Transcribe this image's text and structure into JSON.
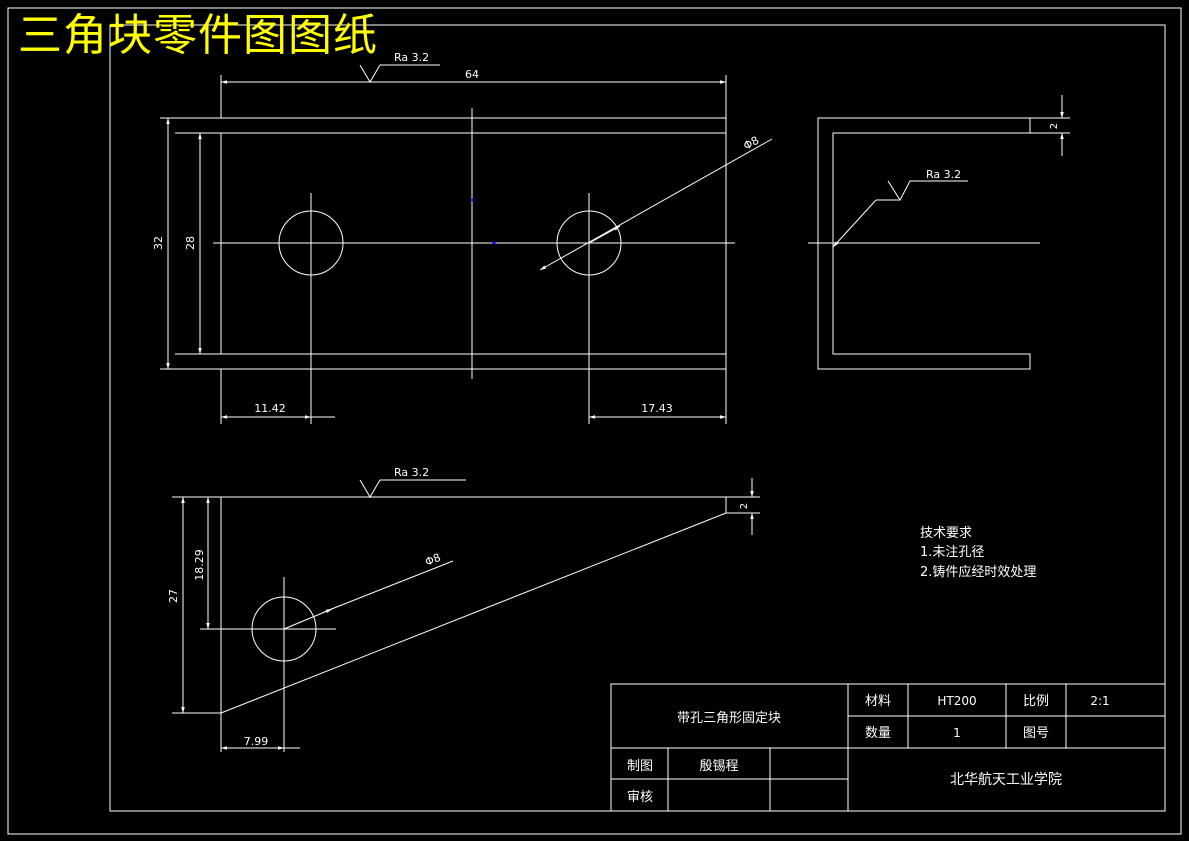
{
  "title": "三角块零件图图纸",
  "colors": {
    "background": "#000000",
    "lines": "#ffffff",
    "title": "#ffff00",
    "accent": "#0000ff"
  },
  "view_front": {
    "roughness": "Ra 3.2",
    "dim_width": "64",
    "dim_height_outer": "32",
    "dim_height_inner": "28",
    "hole_dia": "Φ8",
    "dim_left_offset": "11.42",
    "dim_right_offset": "17.43"
  },
  "view_side": {
    "dim_thickness": "2",
    "roughness": "Ra 3.2"
  },
  "view_top": {
    "roughness": "Ra 3.2",
    "dim_thickness": "2",
    "hole_dia": "Φ8",
    "dim_height": "27",
    "dim_hole_height": "18.29",
    "dim_hole_offset": "7.99"
  },
  "tech_requirements": {
    "heading": "技术要求",
    "items": [
      "1.未注孔径",
      "2.铸件应经时效处理"
    ]
  },
  "title_block": {
    "part_name": "带孔三角形固定块",
    "material_label": "材料",
    "material_value": "HT200",
    "scale_label": "比例",
    "scale_value": "2:1",
    "quantity_label": "数量",
    "quantity_value": "1",
    "drawing_no_label": "图号",
    "drawing_no_value": "",
    "drawn_label": "制图",
    "drawn_value": "殷锡程",
    "review_label": "审核",
    "review_value": "",
    "school": "北华航天工业学院"
  }
}
